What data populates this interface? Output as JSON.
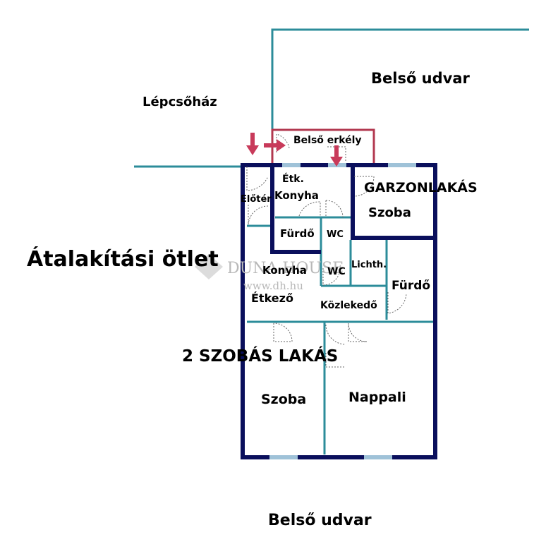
{
  "colors": {
    "wall": "#0a0f5c",
    "teal": "#2c8c9a",
    "balcony": "#b2384f",
    "arrow": "#c83a5a",
    "window": "#9fc2d8",
    "door": "#666666"
  },
  "labels": {
    "courtyard_top": "Belső udvar",
    "courtyard_bottom": "Belső udvar",
    "stairwell": "Lépcsőház",
    "balcony": "Belső erkély",
    "title": "Átalakítási ötlet",
    "etk": "Étk.",
    "kitchen_top": "Konyha",
    "hall": "Előtér",
    "studio": "GARZONLAKÁS",
    "studio_room": "Szoba",
    "bath_small": "Fürdő",
    "wc_top": "WC",
    "kitchen": "Konyha",
    "wc_bottom": "WC",
    "light_shaft": "Lichth.",
    "bath": "Fürdő",
    "dining": "Étkező",
    "corridor": "Közlekedő",
    "two_room": "2 SZOBÁS LAKÁS",
    "room": "Szoba",
    "living": "Nappali"
  },
  "watermark": {
    "brand": "DUNA HOUSE",
    "url": "www.dh.hu"
  }
}
